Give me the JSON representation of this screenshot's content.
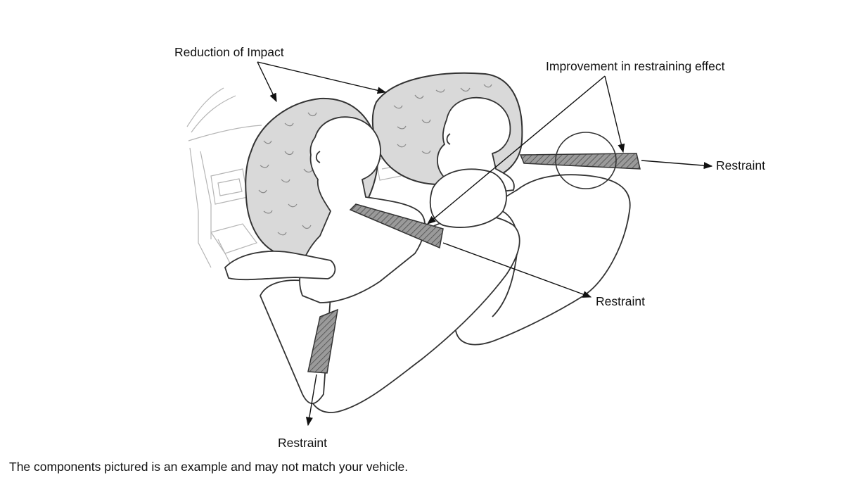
{
  "labels": {
    "reduction_of_impact": "Reduction of Impact",
    "improvement_in_restraining_effect": "Improvement in restraining effect",
    "restraint_right": "Restraint",
    "restraint_middle": "Restraint",
    "restraint_bottom": "Restraint"
  },
  "footnote": "The components pictured is an example and may not match your vehicle.",
  "colors": {
    "line": "#333333",
    "airbag_fill": "#d9d9d9",
    "belt_fill": "#8f8f8f",
    "text": "#111111"
  }
}
